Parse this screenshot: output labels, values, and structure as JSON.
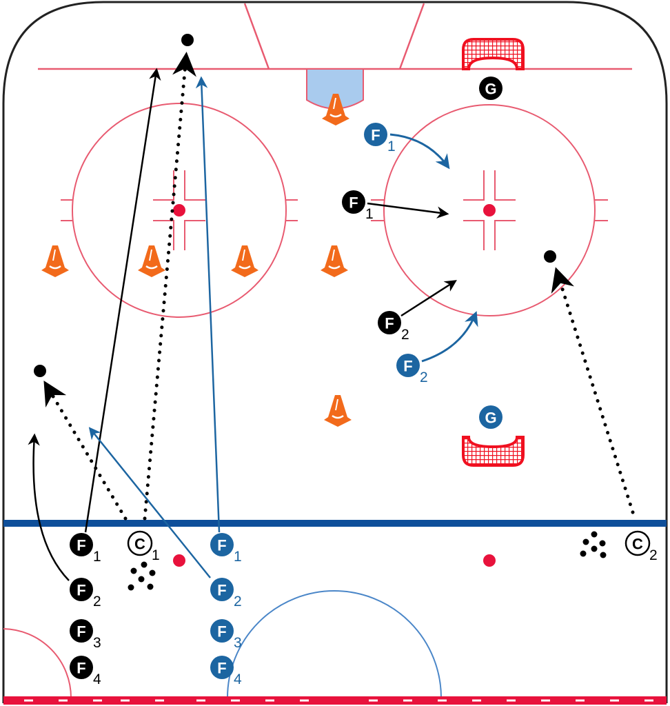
{
  "title": "Hockey drill diagram",
  "colors": {
    "black": "#000000",
    "blue": "#1c65a1",
    "red": "#e8123c",
    "line_red": "#e85a70",
    "blue_line": "#0e4f9a",
    "cone": "#f26a1b",
    "crease": "#a9cbee"
  },
  "players": [
    {
      "id": "f1-black-queue",
      "letter": "F",
      "sub": "1",
      "team": "black"
    },
    {
      "id": "f2-black-queue",
      "letter": "F",
      "sub": "2",
      "team": "black"
    },
    {
      "id": "f3-black-queue",
      "letter": "F",
      "sub": "3",
      "team": "black"
    },
    {
      "id": "f4-black-queue",
      "letter": "F",
      "sub": "4",
      "team": "black"
    },
    {
      "id": "f1-blue-queue",
      "letter": "F",
      "sub": "1",
      "team": "blue"
    },
    {
      "id": "f2-blue-queue",
      "letter": "F",
      "sub": "2",
      "team": "blue"
    },
    {
      "id": "f3-blue-queue",
      "letter": "F",
      "sub": "3",
      "team": "blue"
    },
    {
      "id": "f4-blue-queue",
      "letter": "F",
      "sub": "4",
      "team": "blue"
    },
    {
      "id": "f1-black-slot",
      "letter": "F",
      "sub": "1",
      "team": "black"
    },
    {
      "id": "f1-blue-slot",
      "letter": "F",
      "sub": "1",
      "team": "blue"
    },
    {
      "id": "f2-black-slot",
      "letter": "F",
      "sub": "2",
      "team": "black"
    },
    {
      "id": "f2-blue-slot",
      "letter": "F",
      "sub": "2",
      "team": "blue"
    }
  ],
  "coaches": [
    {
      "letter": "C",
      "sub": "1"
    },
    {
      "letter": "C",
      "sub": "2"
    }
  ],
  "goalies": [
    {
      "letter": "G",
      "team": "black"
    },
    {
      "letter": "G",
      "team": "blue"
    }
  ]
}
